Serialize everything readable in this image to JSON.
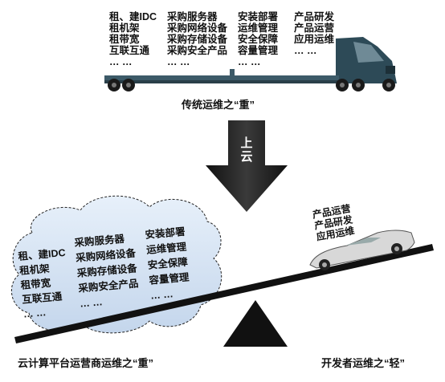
{
  "truck": {
    "columns": [
      [
        "租、建IDC",
        "租机架",
        "租带宽",
        "互联互通",
        "… …"
      ],
      [
        "采购服务器",
        "采购网络设备",
        "采购存储设备",
        "采购安全产品",
        "… …"
      ],
      [
        "安装部署",
        "运维管理",
        "安全保障",
        "容量管理",
        "… …"
      ],
      [
        "产品研发",
        "产品运营",
        "应用运维",
        "… …"
      ]
    ],
    "caption": "传统运维之“重”"
  },
  "arrow_label": "上云",
  "cloud": {
    "columns": [
      [
        "租、建IDC",
        "租机架",
        "租带宽",
        "互联互通",
        "… …"
      ],
      [
        "采购服务器",
        "采购网络设备",
        "采购存储设备",
        "采购安全产品",
        "… …"
      ],
      [
        "安装部署",
        "运维管理",
        "安全保障",
        "容量管理",
        "… …"
      ]
    ]
  },
  "car": {
    "lines": [
      "产品运营",
      "产品研发",
      "应用运维"
    ]
  },
  "captions": {
    "left": "云计算平台运营商运维之“重”",
    "right": "开发者运维之“轻”"
  }
}
